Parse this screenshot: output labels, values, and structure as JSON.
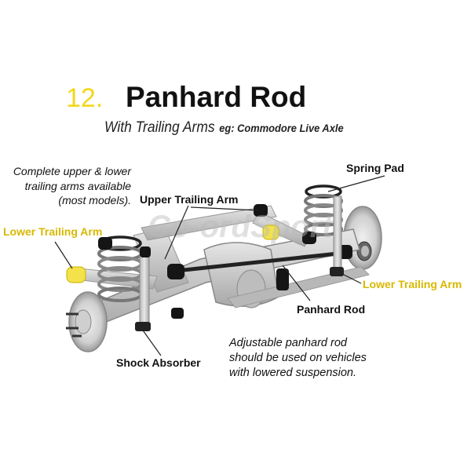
{
  "header": {
    "number": "12.",
    "title": "Panhard Rod",
    "subtitle": "With Trailing Arms",
    "example": "eg: Commodore Live Axle"
  },
  "note": {
    "line1": "Complete upper & lower",
    "line2": "trailing arms available",
    "line3": "(most models)."
  },
  "labels": {
    "spring_pad": "Spring Pad",
    "upper_trailing_arm": "Upper Trailing Arm",
    "lower_trailing_arm_left": "Lower Trailing Arm",
    "lower_trailing_arm_right": "Lower Trailing Arm",
    "panhard_rod": "Panhard Rod",
    "shock_absorber": "Shock Absorber"
  },
  "advice": {
    "line1": "Adjustable panhard rod",
    "line2": "should be used on vehicles",
    "line3": "with lowered suspension."
  },
  "watermark": "Co-ordSport",
  "colors": {
    "highlight_bushing": "#f3e24a",
    "highlight_label": "#d8b800",
    "metal": "#c9c9c9",
    "metal_dark": "#8a8a8a",
    "bushing": "#1a1a1a"
  }
}
